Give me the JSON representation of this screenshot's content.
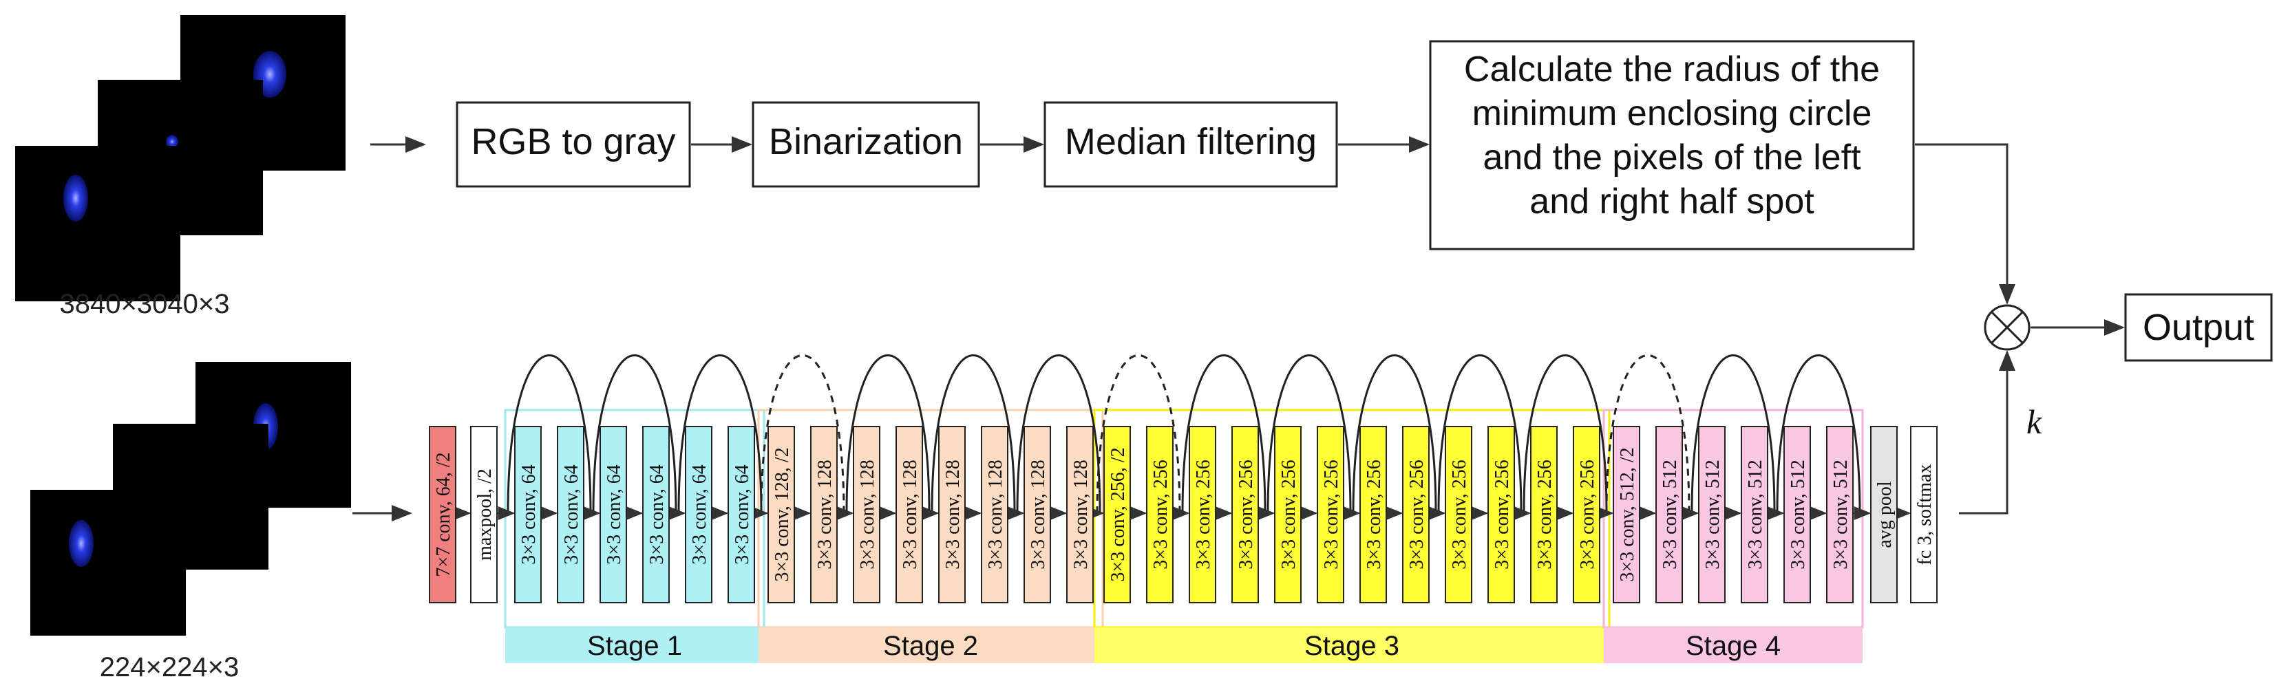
{
  "top_row": {
    "input_caption": "3840×3040×3",
    "steps": [
      "RGB to gray",
      "Binarization",
      "Median filtering"
    ],
    "final_step_lines": [
      "Calculate the radius of the",
      "minimum enclosing circle",
      "and the pixels of the left",
      "and right half spot"
    ]
  },
  "bottom_row": {
    "input_caption": "224×224×3",
    "layers": [
      "7×7 conv, 64, /2",
      "maxpool, /2",
      "3×3 conv, 64",
      "3×3 conv, 64",
      "3×3 conv, 64",
      "3×3 conv, 64",
      "3×3 conv, 64",
      "3×3 conv, 64",
      "3×3 conv, 128, /2",
      "3×3 conv, 128",
      "3×3 conv, 128",
      "3×3 conv, 128",
      "3×3 conv, 128",
      "3×3 conv, 128",
      "3×3 conv, 128",
      "3×3 conv, 128",
      "3×3 conv, 256, /2",
      "3×3 conv, 256",
      "3×3 conv, 256",
      "3×3 conv, 256",
      "3×3 conv, 256",
      "3×3 conv, 256",
      "3×3 conv, 256",
      "3×3 conv, 256",
      "3×3 conv, 256",
      "3×3 conv, 256",
      "3×3 conv, 256",
      "3×3 conv, 256",
      "3×3 conv, 512, /2",
      "3×3 conv, 512",
      "3×3 conv, 512",
      "3×3 conv, 512",
      "3×3 conv, 512",
      "3×3 conv, 512",
      "avg pool",
      "fc 3, softmax"
    ],
    "stages": [
      {
        "label": "Stage 1",
        "color": "#aef0f4"
      },
      {
        "label": "Stage 2",
        "color": "#fbdcc3"
      },
      {
        "label": "Stage 3",
        "color": "#ffff66"
      },
      {
        "label": "Stage 4",
        "color": "#f9c6e3"
      }
    ],
    "layer_colors": {
      "first_conv": "#f08080",
      "pool": "#ffffff",
      "stage1": "#aef0f4",
      "stage2": "#fbdcc3",
      "stage3": "#ffff33",
      "stage4": "#f9c6e3",
      "avg_pool": "#e4e4e4",
      "fc": "#ffffff"
    }
  },
  "merge": {
    "operator_symbol": "⊗",
    "weight_label": "k",
    "output_label": "Output"
  },
  "image_colors": {
    "background": "#000000",
    "spot": "#1a2ed8"
  }
}
